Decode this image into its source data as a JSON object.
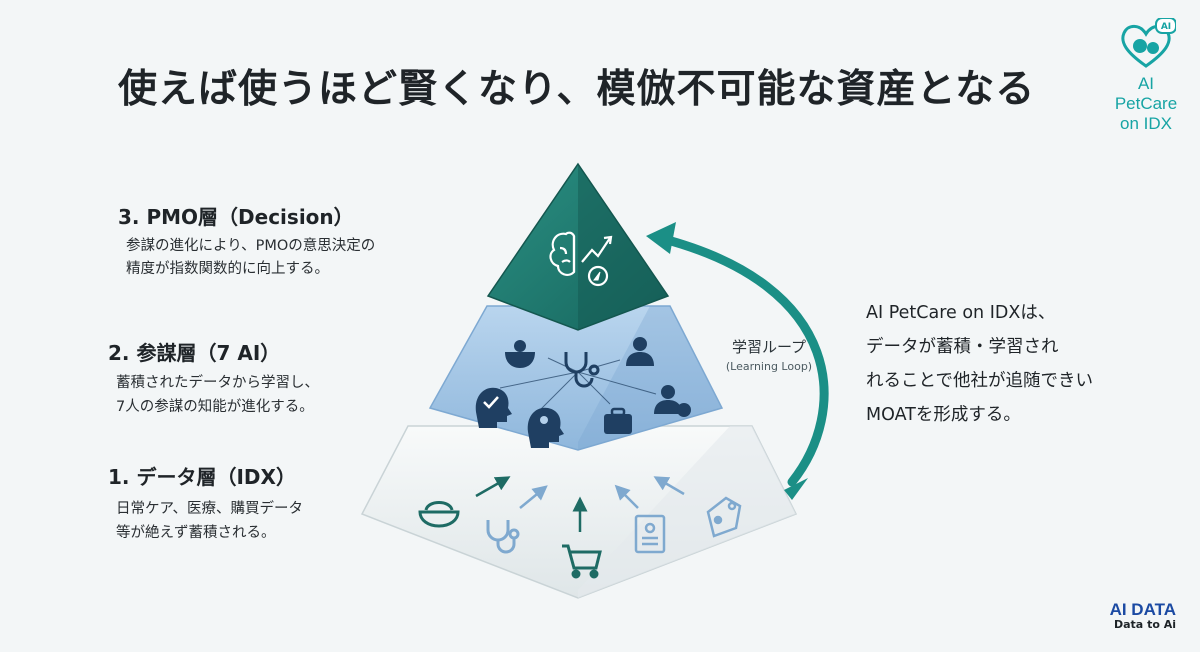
{
  "title": "使えば使うほど賢くなり、模倣不可能な資産となる",
  "brand": {
    "lines": [
      "AI",
      "PetCare",
      "on IDX"
    ],
    "badge": "AI"
  },
  "layers": [
    {
      "title": "3. PMO層（Decision）",
      "desc": [
        "参謀の進化により、PMOの意思決定の",
        "精度が指数関数的に向上する。"
      ]
    },
    {
      "title": "2. 参謀層（7 AI）",
      "desc": [
        "蓄積されたデータから学習し、",
        "7人の参謀の知能が進化する。"
      ]
    },
    {
      "title": "1. データ層（IDX）",
      "desc": [
        "日常ケア、医療、購買データ",
        "等が絶えず蓄積される。"
      ]
    }
  ],
  "loop": {
    "label": "学習ループ",
    "sublabel": "(Learning Loop)"
  },
  "side": {
    "lines": [
      "AI PetCare on IDXは、",
      "データが蓄積・学習され",
      "れることで他社が追随できい",
      "MOATを形成する。"
    ]
  },
  "footer": {
    "logo": "AI DATA",
    "tagline": "Data to Ai"
  },
  "icons": {
    "top": [
      "brain-growth-icon"
    ],
    "middle": [
      "bowl-icon",
      "stethoscope-icon",
      "businessman-icon",
      "head-check-icon",
      "head-paw-icon",
      "briefcase-icon",
      "person-ai-icon"
    ],
    "bottom": [
      "pet-food-bowl-icon",
      "stethoscope-icon",
      "shopping-cart-icon",
      "medical-record-icon",
      "pet-tag-icon"
    ]
  },
  "colors": {
    "top": "#1e7a70",
    "middle": "#a7c8e6",
    "bottom": "#eef2f3",
    "accent": "#17a4a4",
    "loop": "#1b8f86"
  }
}
